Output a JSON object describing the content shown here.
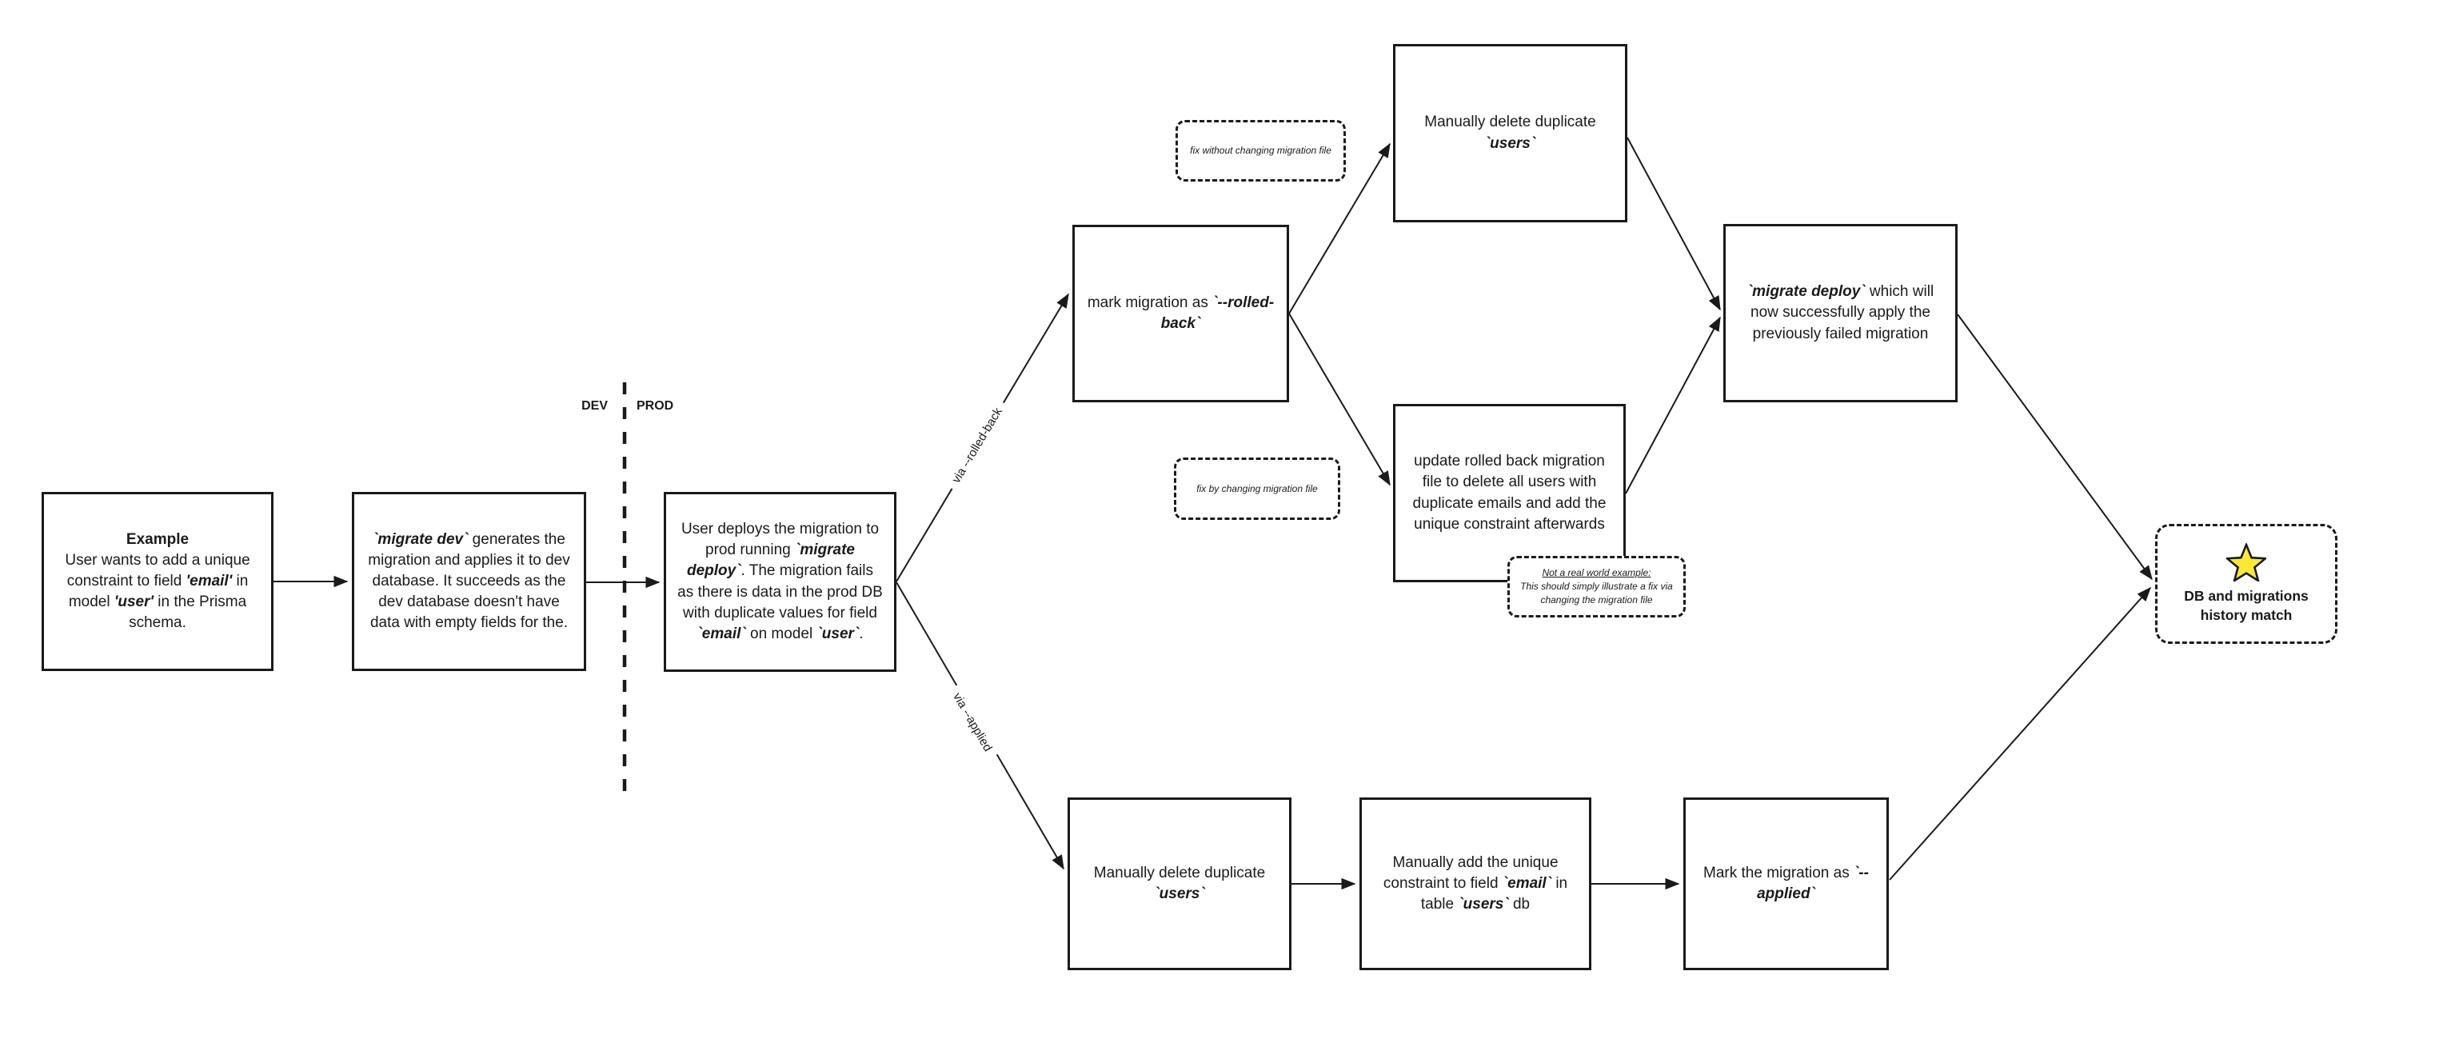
{
  "diagram_title": "Prisma migration failure resolution flow",
  "colors": {
    "ink": "#1a1a1a",
    "star_fill": "#fbe834",
    "background": "#ffffff"
  },
  "divider": {
    "dev_label": "DEV",
    "prod_label": "PROD"
  },
  "edge_labels": {
    "rolled_back": "via --rolled-back",
    "applied": "via --applied"
  },
  "nodes": {
    "example": {
      "segments": [
        {
          "text": "Example",
          "bold": true
        },
        {
          "br": true
        },
        {
          "text": "User wants to add a unique constraint to field "
        },
        {
          "text": "'email'",
          "bold": true,
          "italic": true
        },
        {
          "text": " in model "
        },
        {
          "text": "'user'",
          "bold": true,
          "italic": true
        },
        {
          "text": " in the Prisma schema."
        }
      ]
    },
    "migrate_dev": {
      "segments": [
        {
          "text": "`migrate dev`",
          "bold": true,
          "italic": true
        },
        {
          "text": " generates the migration and applies it to dev database. It succeeds as the dev database doesn't have data with empty fields for the."
        }
      ]
    },
    "deploy_fail": {
      "segments": [
        {
          "text": "User deploys the migration to prod running "
        },
        {
          "text": "`migrate deploy`",
          "bold": true,
          "italic": true
        },
        {
          "text": ". The migration fails as there is data in the prod DB with duplicate values for field "
        },
        {
          "text": "`email`",
          "bold": true,
          "italic": true
        },
        {
          "text": " on model "
        },
        {
          "text": "`user`",
          "bold": true,
          "italic": true
        },
        {
          "text": "."
        }
      ]
    },
    "mark_rolled_back": {
      "segments": [
        {
          "text": "mark migration as "
        },
        {
          "text": "`--rolled-back`",
          "bold": true,
          "italic": true
        }
      ]
    },
    "fix_without_note": {
      "segments": [
        {
          "text": "fix without changing migration file",
          "italic": true
        }
      ]
    },
    "delete_users_top": {
      "segments": [
        {
          "text": "Manually delete duplicate"
        },
        {
          "br": true
        },
        {
          "text": "`users`",
          "bold": true,
          "italic": true
        }
      ]
    },
    "fix_by_note": {
      "segments": [
        {
          "text": "fix by changing migration file",
          "italic": true
        }
      ]
    },
    "update_migration": {
      "segments": [
        {
          "text": "update rolled back migration file to delete all users with duplicate emails and add the unique constraint afterwards"
        }
      ]
    },
    "not_real_note": {
      "segments": [
        {
          "text": "Not a real world example:",
          "italic": true,
          "underline": true
        },
        {
          "br": true
        },
        {
          "text": "This should simply illustrate a fix via changing the migration file",
          "italic": true
        }
      ]
    },
    "migrate_deploy": {
      "segments": [
        {
          "text": "`migrate deploy`",
          "bold": true,
          "italic": true
        },
        {
          "text": " which will now successfully apply the previously failed migration"
        }
      ]
    },
    "delete_users_bottom": {
      "segments": [
        {
          "text": "Manually delete duplicate"
        },
        {
          "br": true
        },
        {
          "text": "`users`",
          "bold": true,
          "italic": true
        }
      ]
    },
    "add_constraint": {
      "segments": [
        {
          "text": "Manually add the unique constraint to field "
        },
        {
          "text": "`email`",
          "bold": true,
          "italic": true
        },
        {
          "text": " in table "
        },
        {
          "text": "`users`",
          "bold": true,
          "italic": true
        },
        {
          "text": " db"
        }
      ]
    },
    "mark_applied": {
      "segments": [
        {
          "text": "Mark the migration as "
        },
        {
          "text": "`--applied`",
          "bold": true,
          "italic": true
        }
      ]
    },
    "db_match": {
      "segments": [
        {
          "text": "DB and migrations history match",
          "bold": true
        }
      ]
    }
  }
}
